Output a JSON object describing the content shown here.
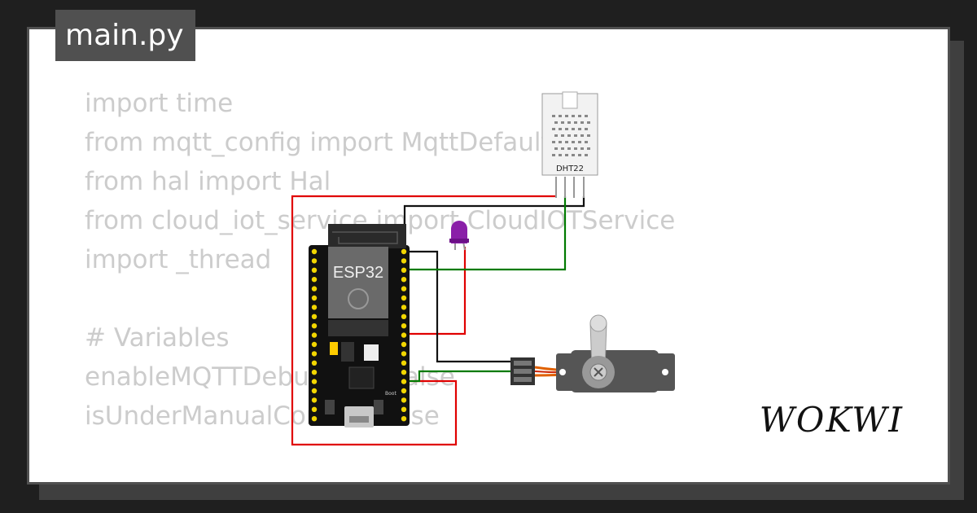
{
  "tab": {
    "filename": "main.py"
  },
  "code_lines": [
    "import time",
    "from mqtt_config import MqttDefaultCo",
    "from hal import Hal",
    "from cloud_iot_service import CloudIOTService",
    "import _thread",
    "",
    "# Variables",
    "enableMQTTDebugP",
    "isUnderManualContr"
  ],
  "code_fragments": {
    "line8_tail": "alse",
    "line9_tail": "lse"
  },
  "components": {
    "mcu_label": "ESP32",
    "sensor_label": "DHT22",
    "boot_label": "Boot",
    "led_color": "#8a1fa8",
    "servo_body_color": "#555555"
  },
  "brand": {
    "logo": "WOKWI"
  },
  "colors": {
    "wire_red": "#e00000",
    "wire_black": "#111111",
    "wire_green": "#007a00",
    "wire_orange": "#e06000"
  }
}
